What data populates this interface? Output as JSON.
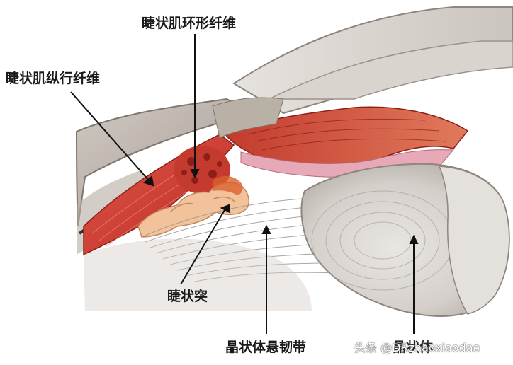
{
  "labels": {
    "circular_fibers": "睫状肌环形纤维",
    "longitudinal_fibers": "睫状肌纵行纤维",
    "ciliary_process": "睫状突",
    "zonular_fibers": "晶状体悬韧带",
    "lens": "晶状体"
  },
  "watermark": "头条 @DRzhaoxiaodao",
  "colors": {
    "muscle": "#c8342a",
    "process": "#f2c29a",
    "sclera": "#bdb4ac",
    "lens": "#dcd8d3",
    "zonule": "#9a9590",
    "pointer": "#111111"
  }
}
